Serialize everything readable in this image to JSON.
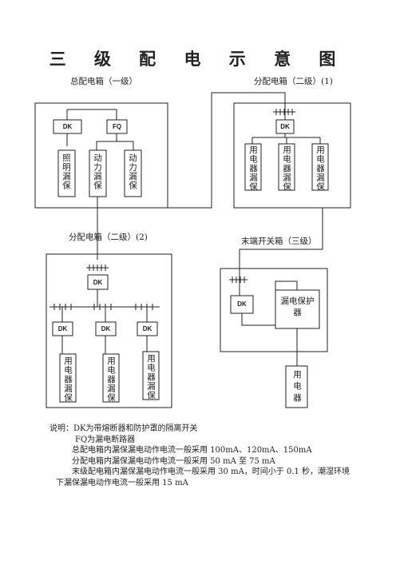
{
  "title": "三 级 配 电 示 意 图",
  "labels": {
    "main_box": "总配电箱（一级）",
    "sub_box_1": "分配电箱（二级）(1)",
    "sub_box_2": "分配电箱（二级）(2)",
    "end_box": "末端开关箱（三级）"
  },
  "main_box": {
    "dk": "DK",
    "fq": "FQ",
    "branches": [
      "照明漏保",
      "动力漏保",
      "动力漏保"
    ]
  },
  "sub_box_1": {
    "dk": "DK",
    "branches": [
      "用电器漏保",
      "用电器漏保",
      "用电器漏保"
    ]
  },
  "sub_box_2": {
    "dk": "DK",
    "dks": [
      "DK",
      "DK",
      "DK"
    ],
    "branches": [
      "用电器漏保",
      "用电器漏保",
      "用电器漏保"
    ]
  },
  "end_box": {
    "dk": "DK",
    "protector": "漏电保护器",
    "appliance": "用电器"
  },
  "notes": {
    "line1": "说明：DK为带熔断器和防护罩的隔离开关",
    "line2": "FQ为漏电断路器",
    "line3": "总配电箱内漏保漏电动作电流一般采用 100mA、120mA、150mA",
    "line4": "分配电箱内漏保漏电动作电流一般采用 50 mA 至 75 mA",
    "line5": "末级配电箱内漏保漏电动作电流一般采用 30 mA，时间小于 0.1 秒，潮湿环境",
    "line6": "下漏保漏电动作电流一般采用 15 mA"
  }
}
